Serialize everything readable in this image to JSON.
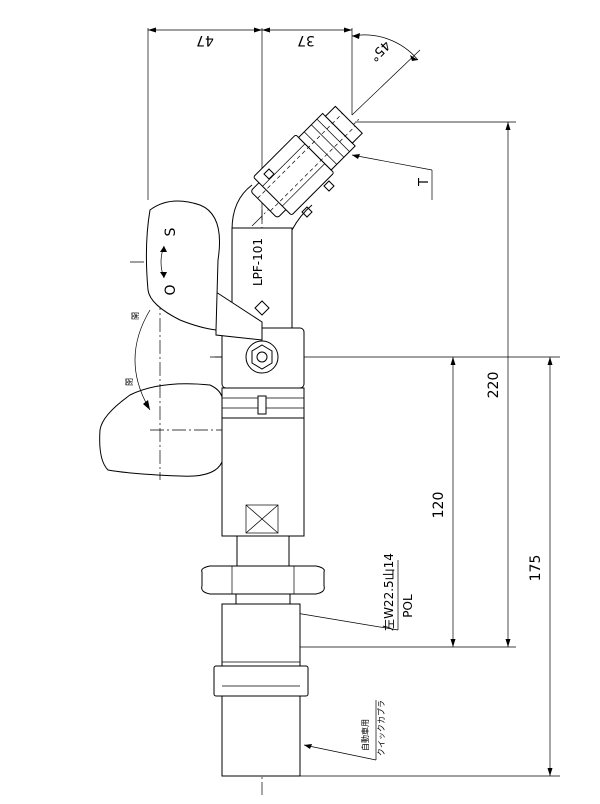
{
  "dimensions": {
    "d47": "47",
    "d37": "37",
    "angle": "45°",
    "d220": "220",
    "d120": "120",
    "d175": "175"
  },
  "labels": {
    "model": "LPF-101",
    "thread_spec": "左W22.5山14",
    "pol": "POL",
    "callout_t": "T",
    "lever_s": "S",
    "lever_o": "O",
    "open_mark": "開",
    "close_mark": "閉",
    "coupler_note_1": "自動車用",
    "coupler_note_2": "クイックカプラ"
  },
  "icons": {
    "nut_marks": "ms-diamond-icon",
    "rotate_arrow": "rotate-arrow-icon"
  }
}
